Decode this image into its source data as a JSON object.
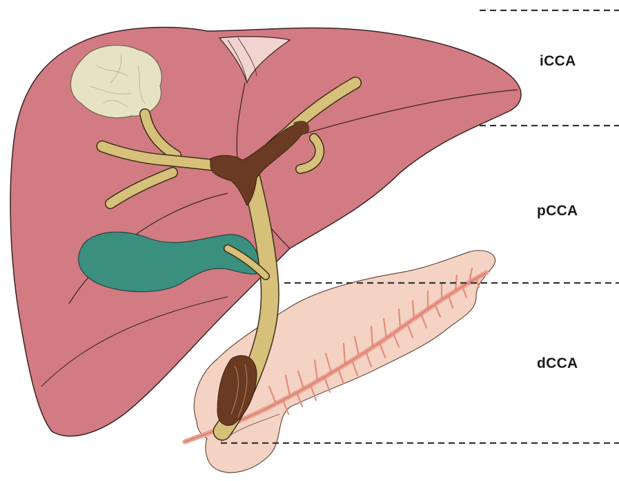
{
  "regions": [
    {
      "id": "iCCA",
      "label": "iCCA"
    },
    {
      "id": "pCCA",
      "label": "pCCA"
    },
    {
      "id": "dCCA",
      "label": "dCCA"
    }
  ],
  "colors": {
    "liver": "#d27b82",
    "liver_outline": "#3a2022",
    "bile_duct": "#d6c07a",
    "tumor_dark": "#6b3a22",
    "gallbladder": "#3a8f7f",
    "pancreas": "#f4d3c4",
    "pancreatic_duct": "#ee9f8f",
    "lesion": "#e8e2c4",
    "divider": "#333333"
  }
}
